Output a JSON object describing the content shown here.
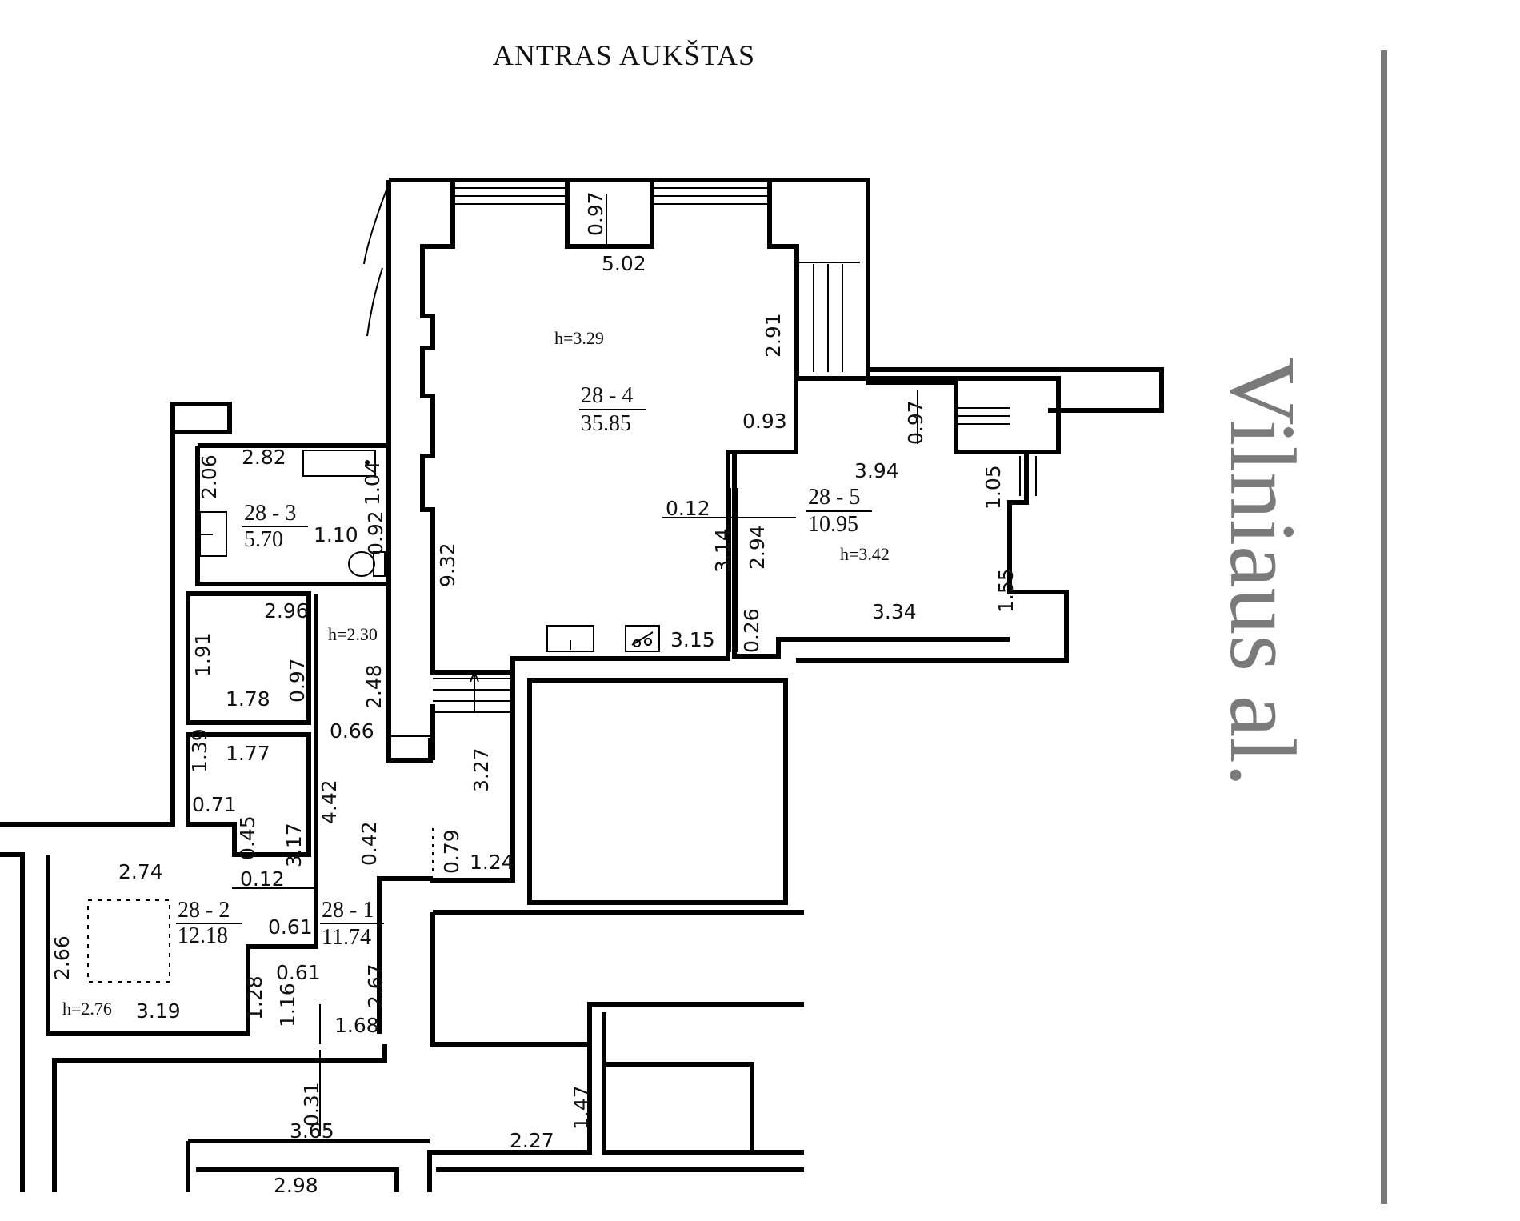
{
  "header": {
    "title": "ANTRAS AUKŠTAS"
  },
  "street": {
    "name": "Vilniaus al."
  },
  "rooms": [
    {
      "id": "28 - 4",
      "area": "35.85",
      "height": "h=3.29"
    },
    {
      "id": "28 - 5",
      "area": "10.95",
      "height": "h=3.42"
    },
    {
      "id": "28 - 3",
      "area": "5.70"
    },
    {
      "id": "28 - 2",
      "area": "12.18",
      "height": "h=2.76"
    },
    {
      "id": "28 - 1",
      "area": "11.74",
      "height": "h=2.30"
    }
  ],
  "dimensions": [
    "0.97",
    "5.02",
    "2.91",
    "0.93",
    "0.97",
    "3.94",
    "1.05",
    "0.12",
    "3.14",
    "2.94",
    "1.55",
    "3.34",
    "0.26",
    "3.15",
    "9.32",
    "2.82",
    "2.06",
    "1.04",
    "1.10",
    "0.92",
    "2.96",
    "1.91",
    "1.78",
    "0.97",
    "2.48",
    "0.66",
    "1.39",
    "1.77",
    "0.71",
    "0.45",
    "4.42",
    "3.17",
    "3.27",
    "0.42",
    "0.79",
    "1.24",
    "2.74",
    "0.12",
    "0.61",
    "2.66",
    "3.19",
    "1.28",
    "0.61",
    "1.16",
    "2.67",
    "1.68",
    "1.47",
    "0.31",
    "3.65",
    "2.27",
    "2.98"
  ],
  "colors": {
    "walls": "#000000",
    "street": "#7a7a7a"
  }
}
